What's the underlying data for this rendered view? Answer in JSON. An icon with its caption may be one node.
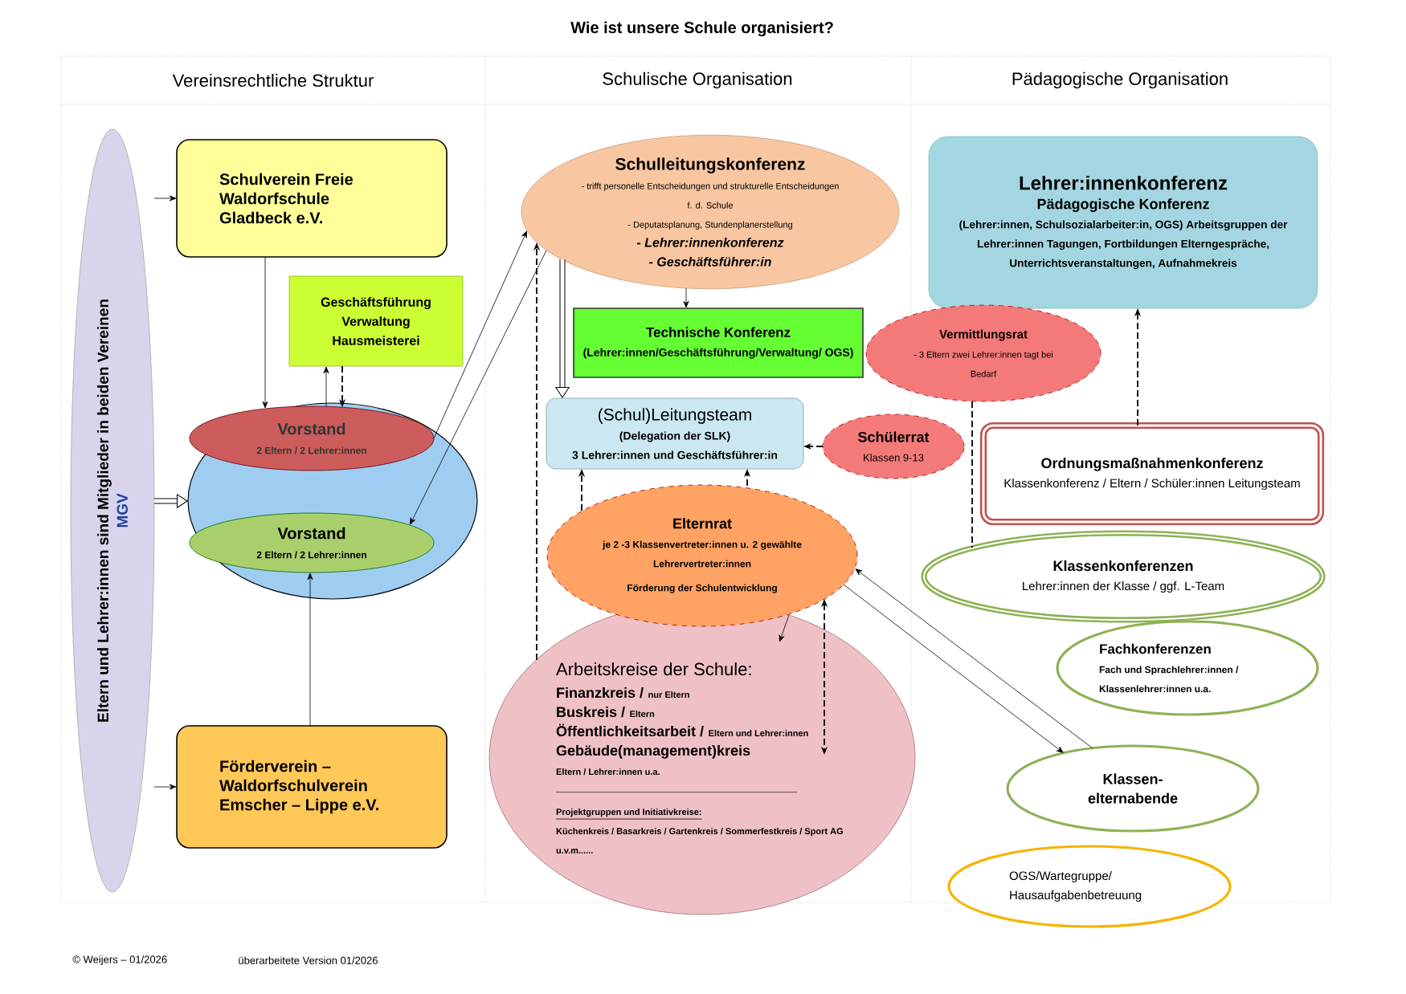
{
  "diagram": {
    "title": "Wie ist unsere Schule organisiert?",
    "nodes": [
      {
        "text": [
          "Eltern und Lehrer:innen sind Mitglieder in beiden Vereinen",
          "MGV"
        ]
      },
      {
        "text": [
          "Schulverein Freie Waldorfschule Gladbeck e.V."
        ]
      },
      {
        "text": [
          "Geschäftsführung Verwaltung Hausmeisterei"
        ]
      },
      {
        "text": [],
        "shape": "ellipse"
      },
      {
        "text": [
          "Vorstand",
          "2 Eltern / 2 Lehrer:innen"
        ],
        "in": 3
      },
      {
        "text": [
          "Vorstand",
          "2 Eltern / 2 Lehrer:innen"
        ],
        "in": 3
      },
      {
        "text": [
          "Förderverein – Waldorfschulverein Emscher – Lippe e.V."
        ]
      },
      {
        "text": [
          "Schulleitungskonferenz",
          "- trifft personelle Entscheidungen und strukturelle Entscheidungen f. d. Schule",
          "- Deputatsplanung, Stundenplanerstellung",
          "- *Lehrer:innenkonferenz*",
          "- *Geschäftsführer:in*"
        ]
      },
      {
        "text": [
          "Technische Konferenz",
          "(Lehrer:innen/Geschäftsführung/Verwaltung/ OGS)"
        ]
      },
      {
        "text": [
          "(Schul)Leitungsteam",
          "(Delegation der SLK)",
          "3 Lehrer:innen und Geschäftsführer:in"
        ]
      },
      {
        "text": [
          "Lehrer:innenkonferenz",
          "Pädagogische Konferenz",
          "(Lehrer:innen, Schulsozialarbeiter:in, OGS) Arbeitsgruppen der Lehrer:innen Tagungen, Fortbildungen Elterngespräche, Unterrichtsveranstaltungen, Aufnahmekreis"
        ]
      },
      {
        "text": [
          "Vermittlungsrat",
          "- 3 Eltern zwei Lehrer:innen tagt bei Bedarf"
        ]
      },
      {
        "text": [
          "Schülerrat",
          "Klassen 9-13"
        ]
      },
      {
        "text": [
          "Ordnungsmaßnahmenkonferenz",
          "Klassenkonferenz / Eltern / Schüler:innen Leitungsteam"
        ]
      },
      {
        "text": [
          "Elternrat",
          "je 2 -3 Klassenvertreter:innen u. 2 gewählte Lehrervertreter:innen",
          "Förderung der Schulentwicklung"
        ]
      },
      {
        "text": [
          "Arbeitskreise der Schule:",
          "Finanzkreis /",
          "nur Eltern",
          "Buskreis /",
          "Eltern",
          "Öffentlichkeitsarbeit /",
          "Eltern und Lehrer:innen",
          "Gebäude(management)kreis",
          "Eltern / Lehrer:innen u.a.",
          "Projektgruppen und Initiativkreise:",
          "Küchenkreis / Basarkreis / Gartenkreis / Sommerfestkreis / Sport AG u.v.m......"
        ]
      },
      {
        "text": [
          "Klassenkonferenzen",
          "Lehrer:innen der Klasse / ggf. L-Team"
        ]
      },
      {
        "text": [
          "Fachkonferenzen",
          "Fach und Sprachlehrer:innen / Klassenlehrer:innen u.a."
        ]
      },
      {
        "text": [
          "Klassen- elternabende"
        ]
      },
      {
        "text": [
          "OGS/Wartegruppe/ Hausaufgabenbetreuung"
        ]
      }
    ],
    "edges": [
      {
        "from": 0,
        "to": 1,
        "arrow": "to"
      },
      {
        "from": 0,
        "to": 6,
        "arrow": "to"
      },
      {
        "from": 0,
        "to": 3,
        "arrow": "to",
        "style": "thick"
      },
      {
        "from": 1,
        "to": 4,
        "arrow": "to"
      },
      {
        "from": 4,
        "to": 2,
        "arrow": "to"
      },
      {
        "from": 2,
        "to": 4,
        "arrow": "to",
        "style": "dashed"
      },
      {
        "from": 6,
        "to": 5,
        "arrow": "to"
      },
      {
        "from": 4,
        "to": 7,
        "arrow": "to"
      },
      {
        "from": 7,
        "to": 5,
        "arrow": "to"
      },
      {
        "from": 15,
        "to": 7,
        "arrow": "to",
        "style": "dashed"
      },
      {
        "from": 7,
        "to": 8,
        "arrow": "to"
      },
      {
        "from": 7,
        "to": 9,
        "arrow": "to",
        "style": "thick"
      },
      {
        "from": 14,
        "to": 9,
        "arrow": "to",
        "style": "dashed"
      },
      {
        "from": 14,
        "to": 9,
        "arrow": "to",
        "style": "dashed"
      },
      {
        "from": 12,
        "to": 9,
        "arrow": "to",
        "style": "dashed"
      },
      {
        "from": 11,
        "to": 16,
        "arrow": "none",
        "style": "dashed"
      },
      {
        "from": 13,
        "to": 10,
        "arrow": "to",
        "style": "dashed"
      },
      {
        "from": 18,
        "to": 14,
        "arrow": "to"
      },
      {
        "from": 14,
        "to": 18,
        "arrow": "to"
      },
      {
        "from": 14,
        "to": 15,
        "arrow": "to"
      },
      {
        "from": 14,
        "to": 15,
        "arrow": "both",
        "style": "dashed"
      }
    ],
    "labels": [
      "Vereinsrechtliche Struktur",
      "Schulische Organisation",
      "Pädagogische Organisation",
      "© Weijers – 01/2026",
      "überarbeitete Version 01/2026"
    ]
  }
}
